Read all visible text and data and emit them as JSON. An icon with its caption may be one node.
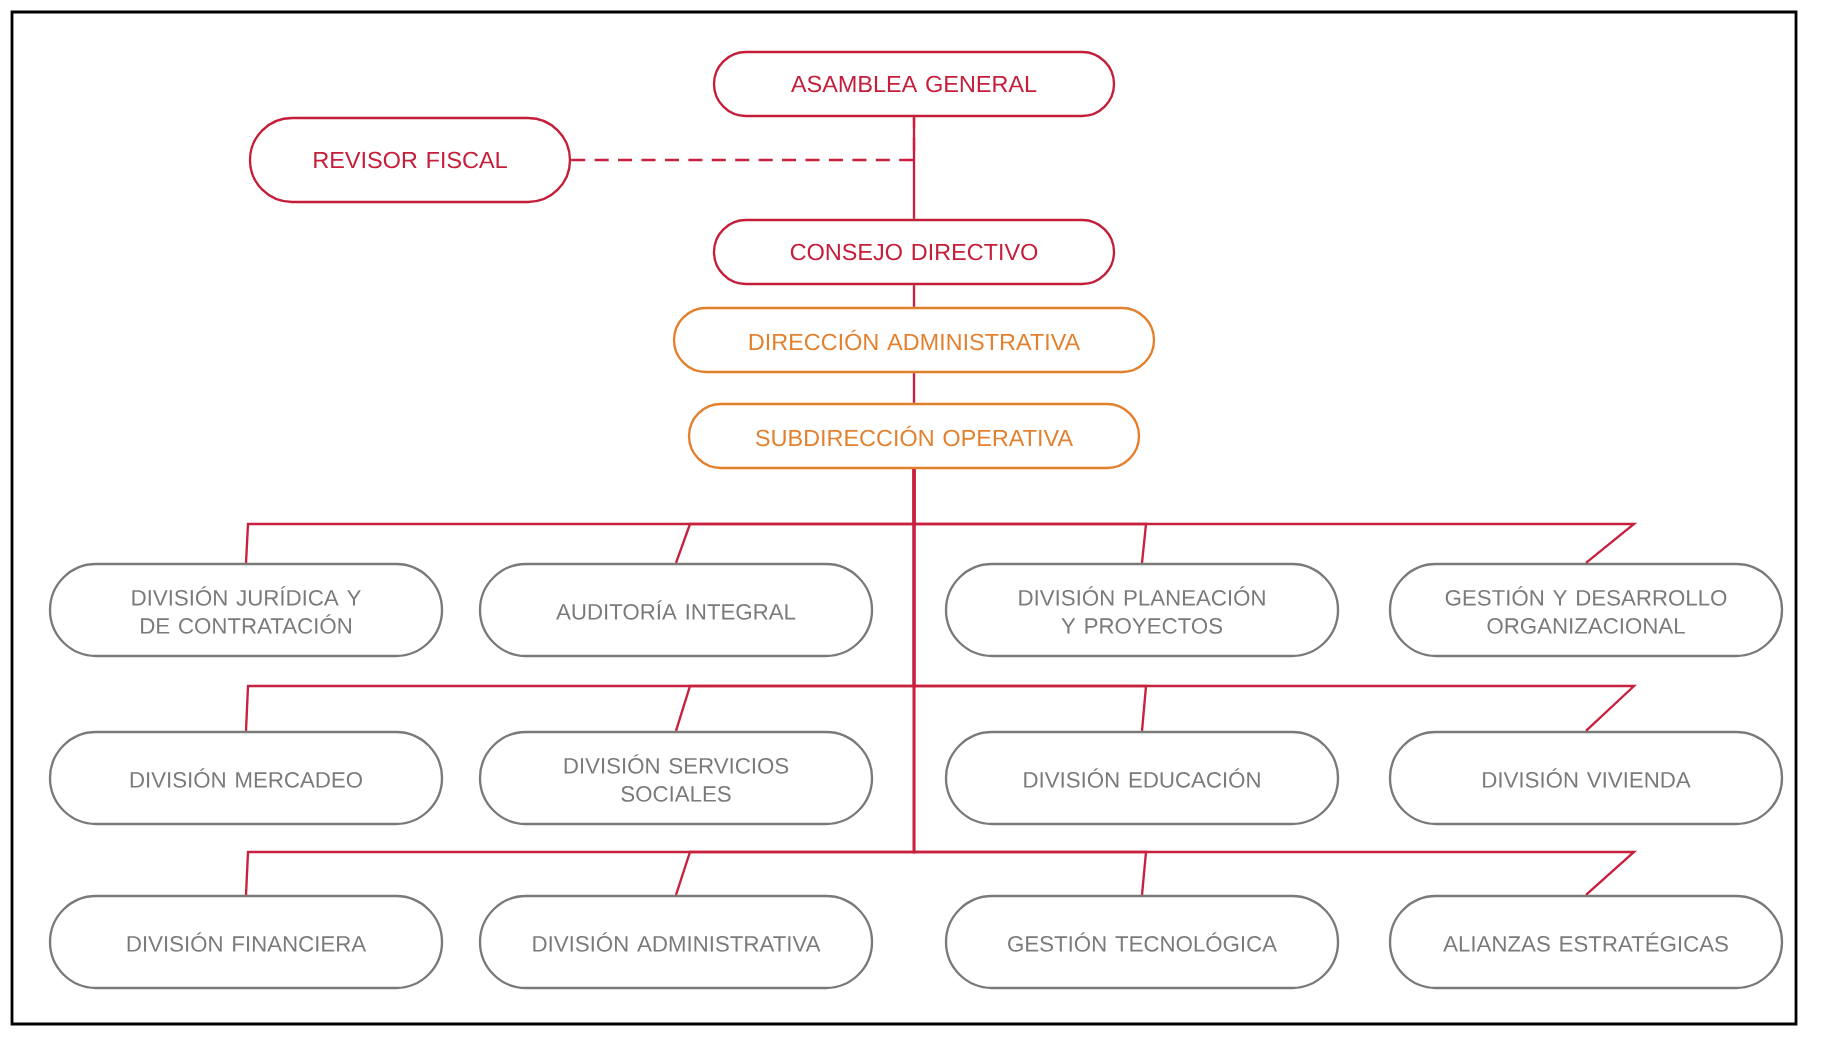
{
  "diagram": {
    "nodes": [
      {
        "text": [
          "ASAMBLEA GENERAL"
        ]
      },
      {
        "text": [
          "REVISOR FISCAL"
        ]
      },
      {
        "text": [
          "CONSEJO DIRECTIVO"
        ]
      },
      {
        "text": [
          "DIRECCIÓN ADMINISTRATIVA"
        ]
      },
      {
        "text": [
          "SUBDIRECCIÓN OPERATIVA"
        ]
      },
      {
        "text": [
          "DIVISIÓN JURÍDICA Y DE CONTRATACIÓN"
        ]
      },
      {
        "text": [
          "AUDITORÍA INTEGRAL"
        ]
      },
      {
        "text": [
          "DIVISIÓN PLANEACIÓN Y PROYECTOS"
        ]
      },
      {
        "text": [
          "GESTIÓN Y DESARROLLO ORGANIZACIONAL"
        ]
      },
      {
        "text": [
          "DIVISIÓN MERCADEO"
        ]
      },
      {
        "text": [
          "DIVISIÓN SERVICIOS SOCIALES"
        ]
      },
      {
        "text": [
          "DIVISIÓN EDUCACIÓN"
        ]
      },
      {
        "text": [
          "DIVISIÓN VIVIENDA"
        ]
      },
      {
        "text": [
          "DIVISIÓN FINANCIERA"
        ]
      },
      {
        "text": [
          "DIVISIÓN ADMINISTRATIVA"
        ]
      },
      {
        "text": [
          "GESTIÓN TECNOLÓGICA"
        ]
      },
      {
        "text": [
          "ALIANZAS ESTRATÉGICAS"
        ]
      }
    ],
    "edges": [
      {
        "from": 0,
        "to": 2,
        "arrow": "none"
      },
      {
        "from": 1,
        "to": 0,
        "arrow": "none",
        "style": "dashed"
      },
      {
        "from": 2,
        "to": 3,
        "arrow": "none"
      },
      {
        "from": 3,
        "to": 4,
        "arrow": "none"
      },
      {
        "from": 4,
        "to": 5,
        "arrow": "none"
      },
      {
        "from": 4,
        "to": 6,
        "arrow": "none"
      },
      {
        "from": 4,
        "to": 7,
        "arrow": "none"
      },
      {
        "from": 4,
        "to": 8,
        "arrow": "none"
      },
      {
        "from": 4,
        "to": 9,
        "arrow": "none"
      },
      {
        "from": 4,
        "to": 10,
        "arrow": "none"
      },
      {
        "from": 4,
        "to": 11,
        "arrow": "none"
      },
      {
        "from": 4,
        "to": 12,
        "arrow": "none"
      },
      {
        "from": 4,
        "to": 13,
        "arrow": "none"
      },
      {
        "from": 4,
        "to": 14,
        "arrow": "none"
      },
      {
        "from": 4,
        "to": 15,
        "arrow": "none"
      },
      {
        "from": 4,
        "to": 16,
        "arrow": "none"
      }
    ]
  }
}
